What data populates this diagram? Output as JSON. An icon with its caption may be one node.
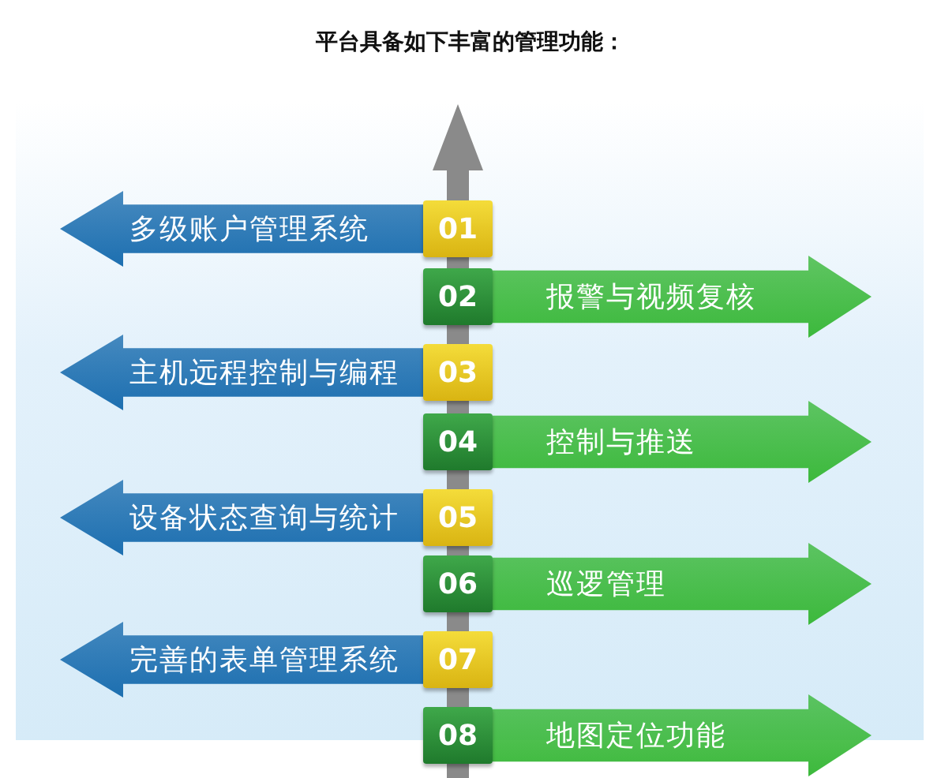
{
  "diagram": {
    "title": "平台具备如下丰富的管理功能：",
    "nodes": [
      {
        "text": [
          "多级账户管理系统"
        ]
      },
      {
        "text": [
          "01"
        ]
      },
      {
        "text": [
          "02"
        ]
      },
      {
        "text": [
          "报警与视频复核"
        ]
      },
      {
        "text": [
          "主机远程控制与编程"
        ]
      },
      {
        "text": [
          "03"
        ]
      },
      {
        "text": [
          "04"
        ]
      },
      {
        "text": [
          "控制与推送"
        ]
      },
      {
        "text": [
          "设备状态查询与统计"
        ]
      },
      {
        "text": [
          "05"
        ]
      },
      {
        "text": [
          "06"
        ]
      },
      {
        "text": [
          "巡逻管理"
        ]
      },
      {
        "text": [
          "完善的表单管理系统"
        ]
      },
      {
        "text": [
          "07"
        ]
      },
      {
        "text": [
          "08"
        ]
      },
      {
        "text": [
          "地图定位功能"
        ]
      }
    ]
  }
}
